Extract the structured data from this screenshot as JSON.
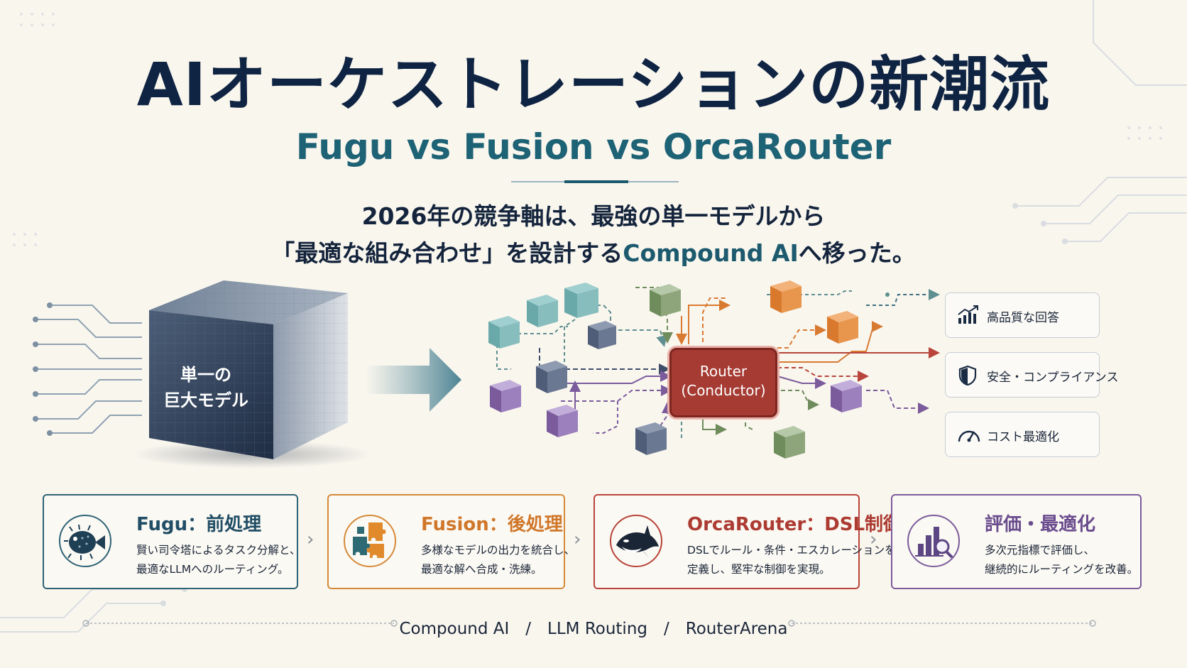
{
  "title": "AIオーケストレーションの新潮流",
  "subtitle": "Fugu vs Fusion vs OrcaRouter",
  "lead": {
    "line1": "2026年の競争軸は、最強の単一モデルから",
    "line2_pre": "「最適な組み合わせ」を設計する",
    "line2_highlight": "Compound AI",
    "line2_post": "へ移った。"
  },
  "cube": {
    "line1": "単一の",
    "line2": "巨大モデル"
  },
  "router": {
    "line1": "Router",
    "line2": "(Conductor)"
  },
  "outputs": [
    {
      "label": "高品質な回答",
      "icon": "chart-up-icon"
    },
    {
      "label": "安全・コンプライアンス",
      "icon": "shield-icon"
    },
    {
      "label": "コスト最適化",
      "icon": "gauge-icon"
    }
  ],
  "cards": [
    {
      "title": "Fugu：前処理",
      "line1": "賢い司令塔によるタスク分解と、",
      "line2": "最適なLLMへのルーティング。",
      "icon": "pufferfish-icon"
    },
    {
      "title": "Fusion：後処理",
      "line1": "多様なモデルの出力を統合し、",
      "line2": "最適な解へ合成・洗練。",
      "icon": "puzzle-icon"
    },
    {
      "title": "OrcaRouter：DSL制御",
      "line1": "DSLでルール・条件・エスカレーションを",
      "line2": "定義し、堅牢な制御を実現。",
      "icon": "orca-icon"
    },
    {
      "title": "評価・最適化",
      "line1": "多次元指標で評価し、",
      "line2": "継続的にルーティングを改善。",
      "icon": "bar-magnifier-icon"
    }
  ],
  "footer": "Compound AI　/　LLM Routing　/　RouterArena",
  "colors": {
    "navy": "#0f2442",
    "teal": "#1d6275",
    "router": "#a53b33",
    "fugu": "#2f6377",
    "fusion": "#d58a3a",
    "orca": "#b8443b",
    "eval": "#7b5b9c"
  }
}
